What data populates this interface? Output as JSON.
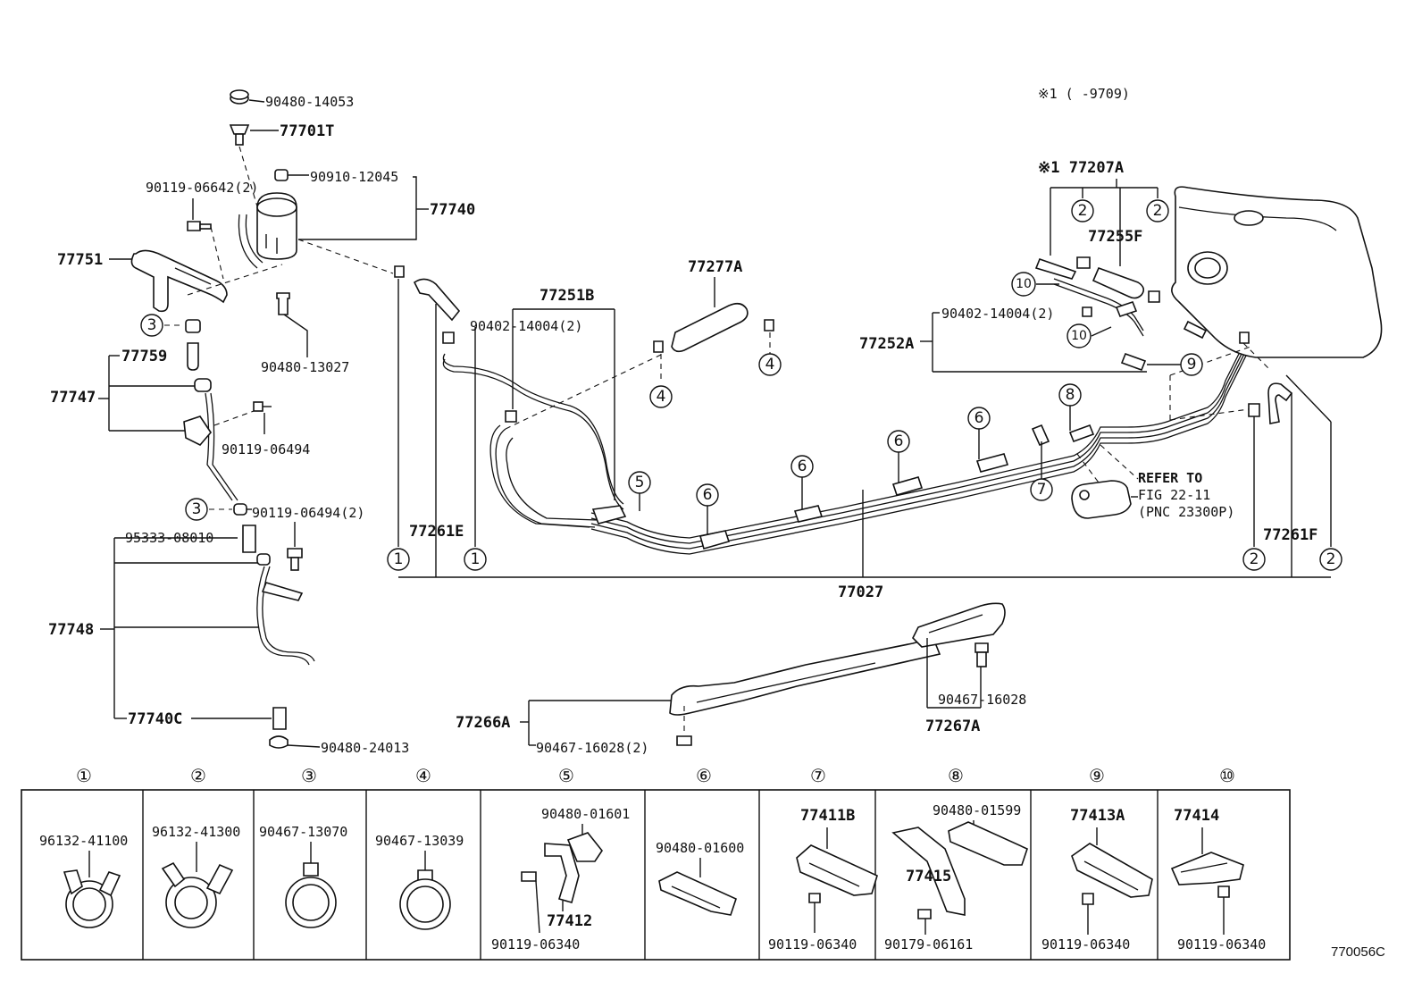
{
  "note_top": "※1 (     -9709)",
  "main_labels": {
    "p90480_14053": "90480-14053",
    "p77701T": "77701T",
    "p90910_12045": "90910-12045",
    "p90119_06642": "90119-06642(2)",
    "p77740": "77740",
    "p77751": "77751",
    "p90480_13027": "90480-13027",
    "p77759": "77759",
    "p77747": "77747",
    "p90119_06494": "90119-06494",
    "p90119_06494_2": "90119-06494(2)",
    "p95333_08010": "95333-08010",
    "p77748": "77748",
    "p77740C": "77740C",
    "p90480_24013": "90480-24013",
    "p77261E": "77261E",
    "p77251B": "77251B",
    "p90402_14004_a": "90402-14004(2)",
    "p77277A": "77277A",
    "p77027": "77027",
    "p77207A": "※1 77207A",
    "p77255F": "77255F",
    "p90402_14004_b": "90402-14004(2)",
    "p77252A": "77252A",
    "refer1": "REFER TO",
    "refer2": "FIG 22-11",
    "refer3": "(PNC 23300P)",
    "p77261F": "77261F",
    "p77266A": "77266A",
    "p90467_16028_2": "90467-16028(2)",
    "p90467_16028": "90467-16028",
    "p77267A": "77267A",
    "diagram_code": "770056C"
  },
  "callout_numbers": [
    "1",
    "2",
    "3",
    "4",
    "5",
    "6",
    "7",
    "8",
    "9",
    "10"
  ],
  "legend": {
    "headers": [
      "①",
      "②",
      "③",
      "④",
      "⑤",
      "⑥",
      "⑦",
      "⑧",
      "⑨",
      "⑩"
    ],
    "cells": [
      {
        "labels": [
          "96132-41100"
        ]
      },
      {
        "labels": [
          "96132-41300"
        ]
      },
      {
        "labels": [
          "90467-13070"
        ]
      },
      {
        "labels": [
          "90467-13039"
        ]
      },
      {
        "labels": [
          "90480-01601",
          "77412",
          "90119-06340"
        ]
      },
      {
        "labels": [
          "90480-01600"
        ]
      },
      {
        "labels": [
          "77411B",
          "90119-06340"
        ]
      },
      {
        "labels": [
          "90480-01599",
          "77415",
          "90179-06161"
        ]
      },
      {
        "labels": [
          "77413A",
          "90119-06340"
        ]
      },
      {
        "labels": [
          "77414",
          "90119-06340"
        ]
      }
    ]
  }
}
